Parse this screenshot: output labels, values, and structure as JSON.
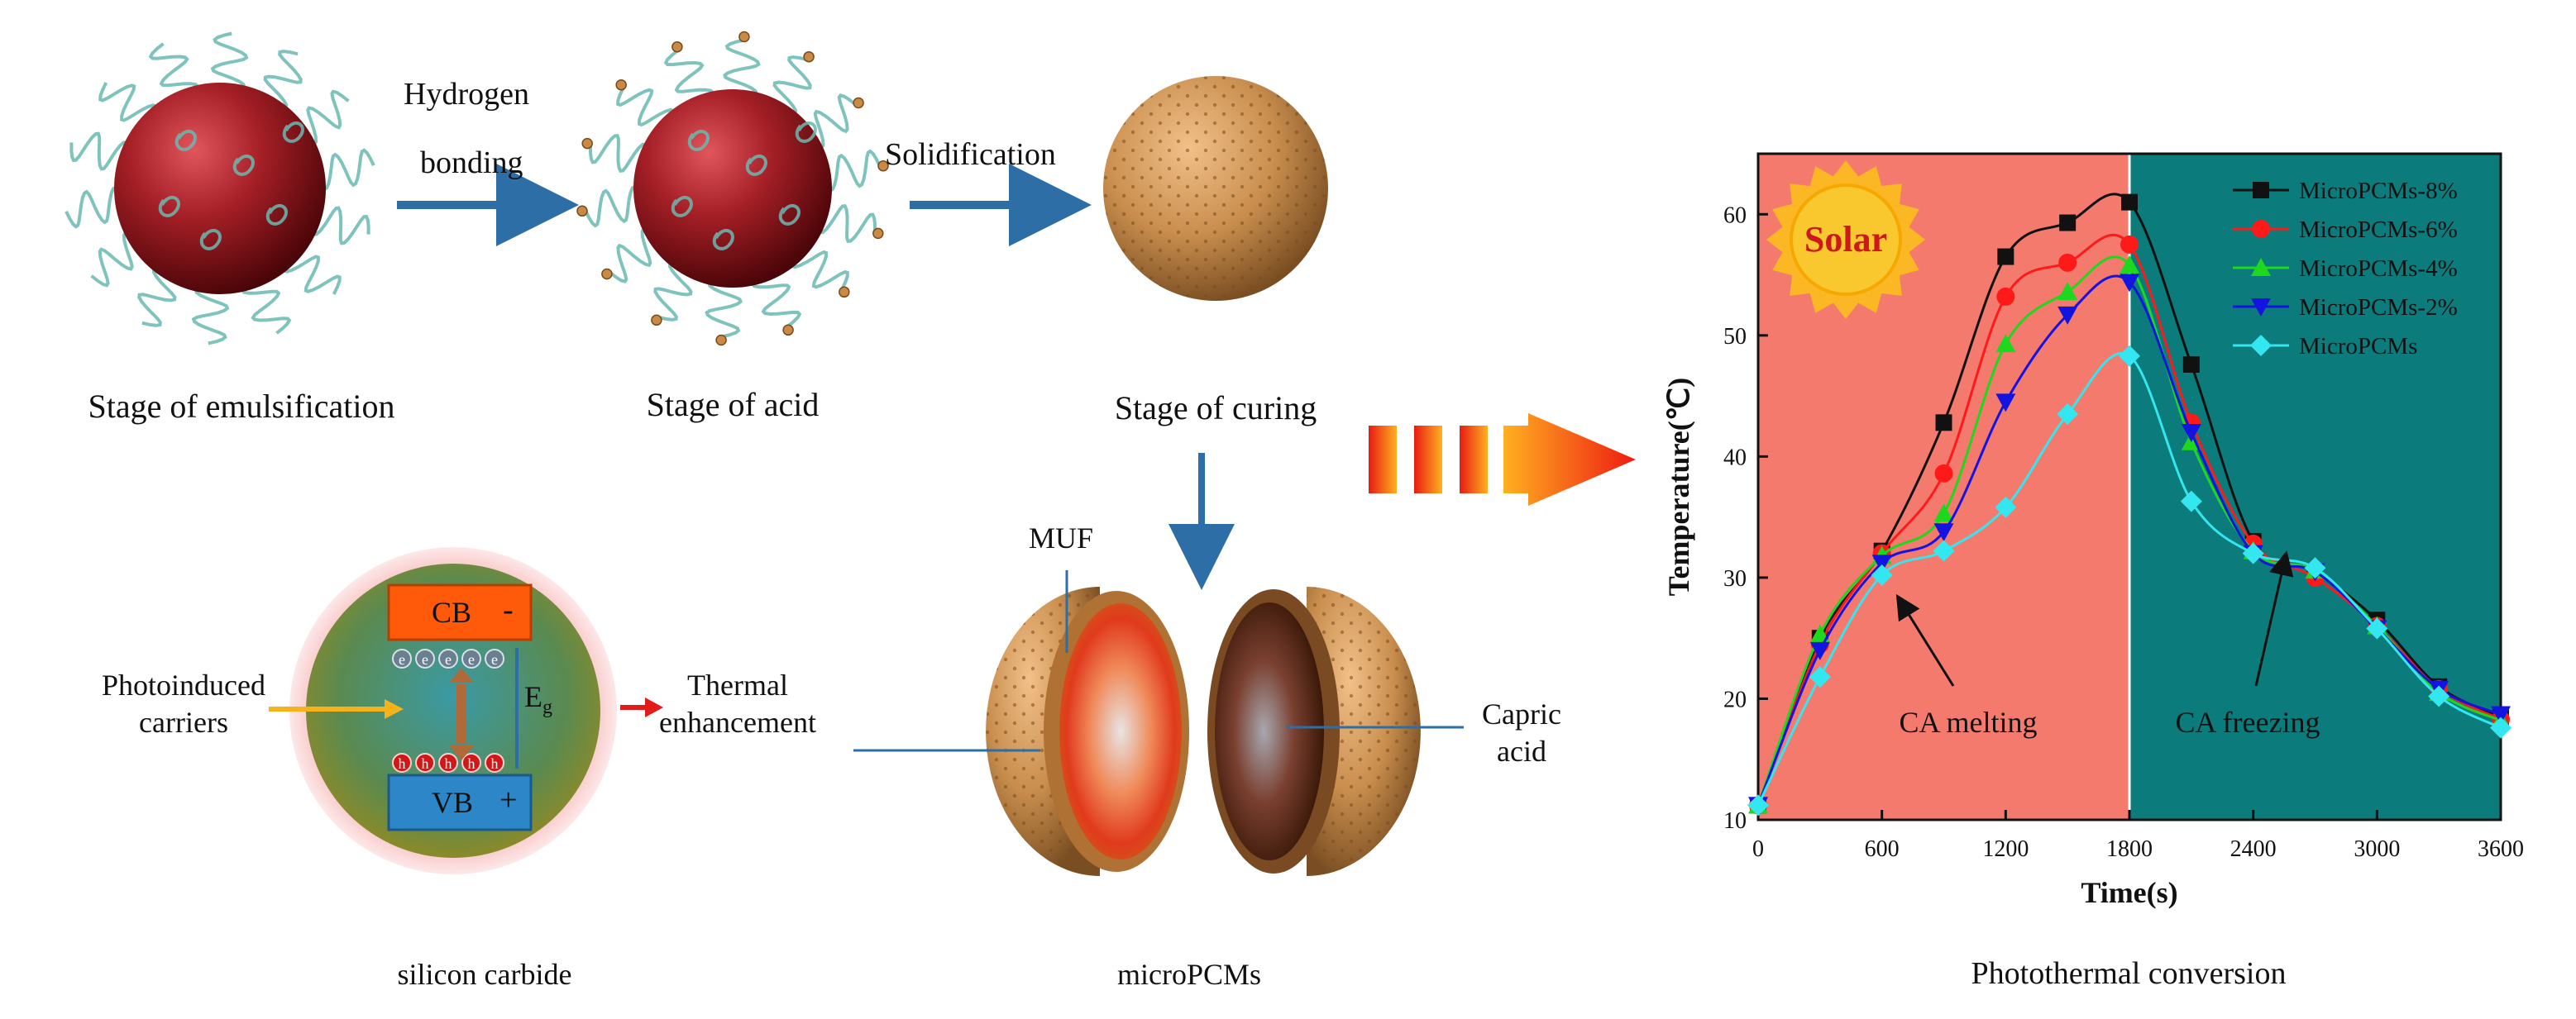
{
  "synthesis": {
    "stage1": "Stage of emulsification",
    "stage2": "Stage of acid",
    "stage3": "Stage of curing",
    "arrow1_line1": "Hydrogen",
    "arrow1_line2": "bonding",
    "arrow2": "Solidification"
  },
  "sic": {
    "caption": "silicon carbide",
    "cb": "CB",
    "cb_sign": "-",
    "vb": "VB",
    "vb_sign": "+",
    "eg": "E",
    "eg_sub": "g",
    "electron": "e",
    "hole": "h",
    "carriers_line1": "Photoinduced",
    "carriers_line2": "carriers",
    "thermal_line1": "Thermal",
    "thermal_line2": "enhancement"
  },
  "micropcm": {
    "caption": "microPCMs",
    "shell": "MUF",
    "core_line1": "Capric",
    "core_line2": "acid"
  },
  "photothermal": {
    "caption": "Photothermal conversion",
    "solar": "Solar",
    "melting": "CA melting",
    "freezing": "CA freezing"
  },
  "colors": {
    "heating_region": "#f47a6e",
    "cooling_region": "#0b7b7b",
    "process_arrow": "#2e6ea6",
    "capsule_red": "#a51f26",
    "shell_tan": "#c98e4e"
  },
  "chart_data": {
    "type": "line",
    "xlabel": "Time(s)",
    "ylabel": "Temperature(℃)",
    "xlim": [
      0,
      3600
    ],
    "ylim": [
      10,
      65
    ],
    "xticks": [
      0,
      600,
      1200,
      1800,
      2400,
      3000,
      3600
    ],
    "yticks": [
      10,
      20,
      30,
      40,
      50,
      60
    ],
    "heating_interval": [
      0,
      1800
    ],
    "cooling_interval": [
      1800,
      3600
    ],
    "legend_position": "top-right",
    "series": [
      {
        "name": "MicroPCMs-8%",
        "color": "#111111",
        "marker": "square",
        "x": [
          0,
          300,
          600,
          900,
          1200,
          1500,
          1800,
          2100,
          2400,
          2700,
          3000,
          3300,
          3600
        ],
        "y": [
          11.2,
          25.0,
          32.2,
          42.8,
          56.5,
          59.3,
          61.0,
          47.6,
          33.0,
          30.5,
          26.5,
          21.0,
          18.5
        ]
      },
      {
        "name": "MicroPCMs-6%",
        "color": "#ff1a1a",
        "marker": "circle",
        "x": [
          0,
          300,
          600,
          900,
          1200,
          1500,
          1800,
          2100,
          2400,
          2700,
          3000,
          3300,
          3600
        ],
        "y": [
          11.2,
          24.5,
          32.0,
          38.6,
          53.2,
          56.0,
          57.5,
          42.8,
          32.8,
          30.0,
          26.0,
          20.8,
          18.3
        ]
      },
      {
        "name": "MicroPCMs-4%",
        "color": "#1ed81e",
        "marker": "triangle-up",
        "x": [
          0,
          300,
          600,
          900,
          1200,
          1500,
          1800,
          2100,
          2400,
          2700,
          3000,
          3300,
          3600
        ],
        "y": [
          11.2,
          25.3,
          31.8,
          35.3,
          49.3,
          53.6,
          55.8,
          41.2,
          32.2,
          30.6,
          26.0,
          20.5,
          18.2
        ]
      },
      {
        "name": "MicroPCMs-2%",
        "color": "#1414e0",
        "marker": "triangle-down",
        "x": [
          0,
          300,
          600,
          900,
          1200,
          1500,
          1800,
          2100,
          2400,
          2700,
          3000,
          3300,
          3600
        ],
        "y": [
          11.2,
          24.0,
          31.2,
          33.8,
          44.5,
          51.7,
          54.4,
          42.0,
          32.0,
          30.5,
          25.8,
          20.8,
          18.7
        ]
      },
      {
        "name": "MicroPCMs",
        "color": "#33e6f0",
        "marker": "diamond",
        "x": [
          0,
          300,
          600,
          900,
          1200,
          1500,
          1800,
          2100,
          2400,
          2700,
          3000,
          3300,
          3600
        ],
        "y": [
          11.2,
          21.8,
          30.2,
          32.2,
          35.8,
          43.5,
          48.3,
          36.3,
          32.0,
          30.8,
          25.8,
          20.2,
          17.6
        ]
      }
    ]
  }
}
